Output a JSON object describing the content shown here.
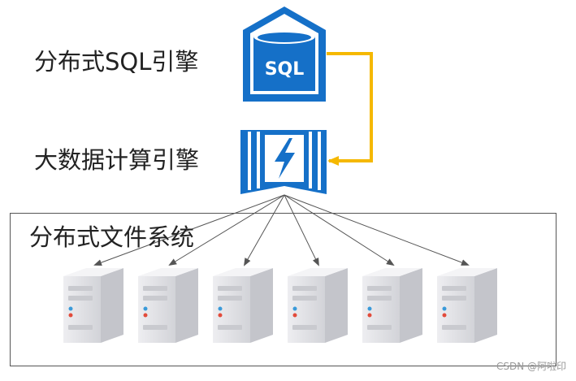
{
  "labels": {
    "sql_engine": "分布式SQL引擎",
    "bigdata_engine": "大数据计算引擎",
    "dfs": "分布式文件系统"
  },
  "sql_icon_text": "SQL",
  "watermark": "CSDN @阿啦印",
  "colors": {
    "brand_blue": "#1570c8",
    "arrow_orange": "#f5b800",
    "server_body": "#dcdde2",
    "frame": "#555555"
  },
  "icons": {
    "sql": "sql-database-icon",
    "compute": "lightning-compute-icon",
    "server": "server-icon"
  }
}
